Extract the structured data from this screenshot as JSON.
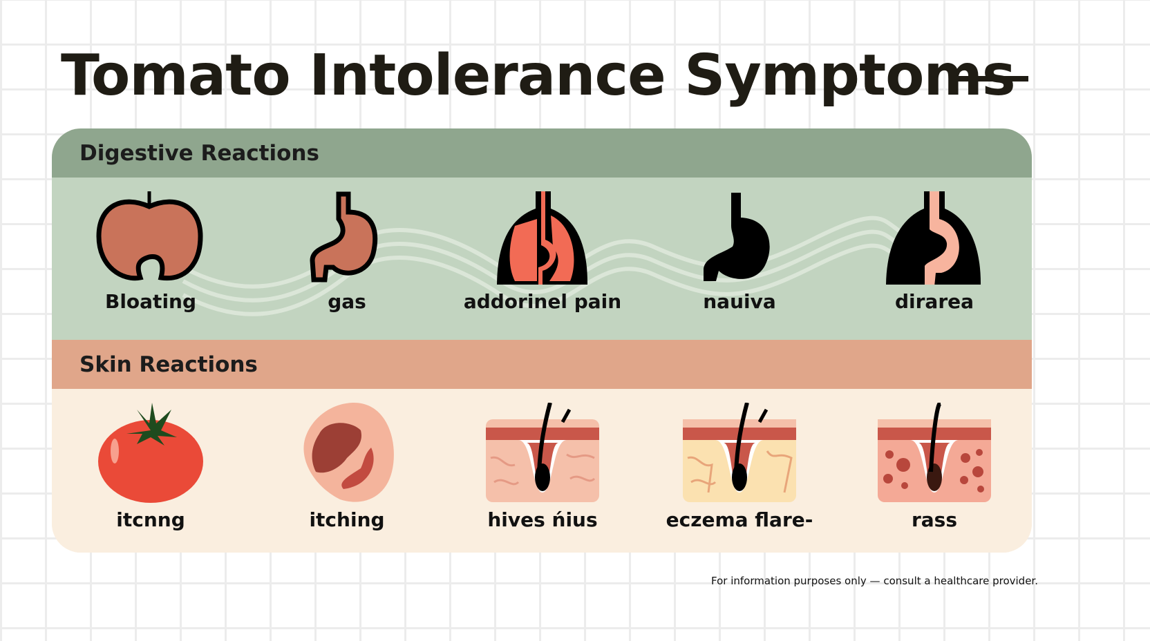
{
  "title": "Tomato Intolerance Symptoms",
  "sections": [
    {
      "heading": "Digestive Reactions",
      "header_color": "#8fa68e",
      "body_color": "#c2d4c0",
      "items": [
        {
          "label": "Bloating",
          "icon": "bloated-stomach-icon"
        },
        {
          "label": "gas",
          "icon": "stomach-icon"
        },
        {
          "label": "addorinel pain",
          "icon": "abdomen-pain-icon"
        },
        {
          "label": "nauiva",
          "icon": "stomach-dark-icon"
        },
        {
          "label": "dirarea",
          "icon": "digestive-tract-icon"
        }
      ]
    },
    {
      "heading": "Skin Reactions",
      "header_color": "#e0a68a",
      "body_color": "#faeedf",
      "items": [
        {
          "label": "itcnng",
          "icon": "tomato-icon"
        },
        {
          "label": "itching",
          "icon": "ear-skin-icon"
        },
        {
          "label": "hives ńius",
          "icon": "skin-hair-follicle-icon"
        },
        {
          "label": "eczema flare-",
          "icon": "skin-eczema-icon"
        },
        {
          "label": "rass",
          "icon": "skin-rash-icon"
        }
      ]
    }
  ],
  "footer": "For information purposes only — consult a healthcare provider."
}
